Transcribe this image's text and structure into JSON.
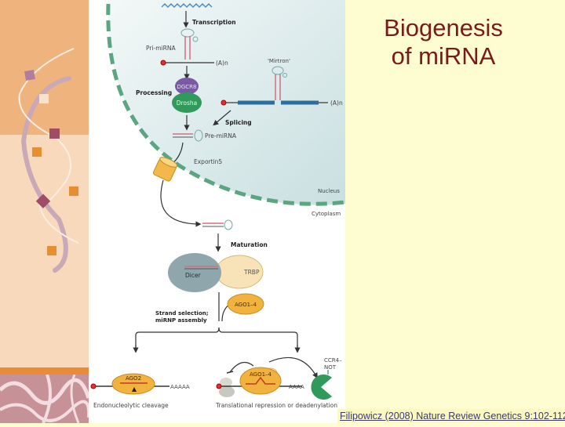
{
  "slide": {
    "title_line1": "Biogenesis",
    "title_line2": "of miRNA",
    "citation": "Filipowicz (2008) Nature Review Genetics 9:102-112.",
    "colors": {
      "background": "#fefdd2",
      "title": "#7a1a1a",
      "sidebar_top": "#efb37e",
      "sidebar_mid": "#f8d9bc",
      "sidebar_band": "#ea8c35",
      "nuclear_membrane": "#5aa682",
      "nucleus_fill": "#d4e6e6"
    }
  },
  "diagram": {
    "labels": {
      "transcription": "Transcription",
      "pri_mirna": "Pri-miRNA",
      "poly_a_1": "(A)n",
      "mirtron": "'Mirtron'",
      "poly_a_2": "(A)n",
      "processing": "Processing",
      "dgcr8": "DGCR8",
      "drosha": "Drosha",
      "splicing": "Splicing",
      "pre_mirna": "Pre-miRNA",
      "exportin5": "Exportin5",
      "nucleus": "Nucleus",
      "cytoplasm": "Cytoplasm",
      "maturation": "Maturation",
      "dicer": "Dicer",
      "trbp": "TRBP",
      "ago1_4_a": "AGO1–4",
      "strand_selection_1": "Strand selection;",
      "strand_selection_2": "miRNP assembly",
      "ago2": "AGO2",
      "aaaaa": "AAAAA",
      "endonucleolytic": "Endonucleolytic cleavage",
      "ago1_4_b": "AGO1–4",
      "aaaa": "AAAA",
      "ccr4": "CCR4–",
      "not": "NOT",
      "translational": "Translational  repression or deadenylation"
    }
  }
}
